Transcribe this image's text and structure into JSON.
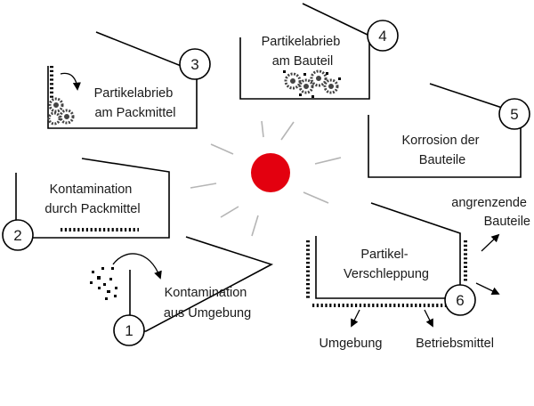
{
  "diagram": {
    "center_color": "#e3000f",
    "items": [
      {
        "id": "1",
        "label_lines": [
          "Kontamination",
          "aus Umgebung"
        ]
      },
      {
        "id": "2",
        "label_lines": [
          "Kontamination",
          "durch Packmittel"
        ]
      },
      {
        "id": "3",
        "label_lines": [
          "Partikelabrieb",
          "am Packmittel"
        ]
      },
      {
        "id": "4",
        "label_lines": [
          "Partikelabrieb",
          "am Bauteil"
        ]
      },
      {
        "id": "5",
        "label_lines": [
          "Korrosion der",
          "Bauteile"
        ]
      },
      {
        "id": "6",
        "label_lines": [
          "Partikel-",
          "Verschleppung"
        ]
      }
    ],
    "outputs": {
      "adjacent_lines": [
        "angrenzende",
        "Bauteile"
      ],
      "environment": "Umgebung",
      "operating_supplies": "Betriebsmittel"
    }
  }
}
